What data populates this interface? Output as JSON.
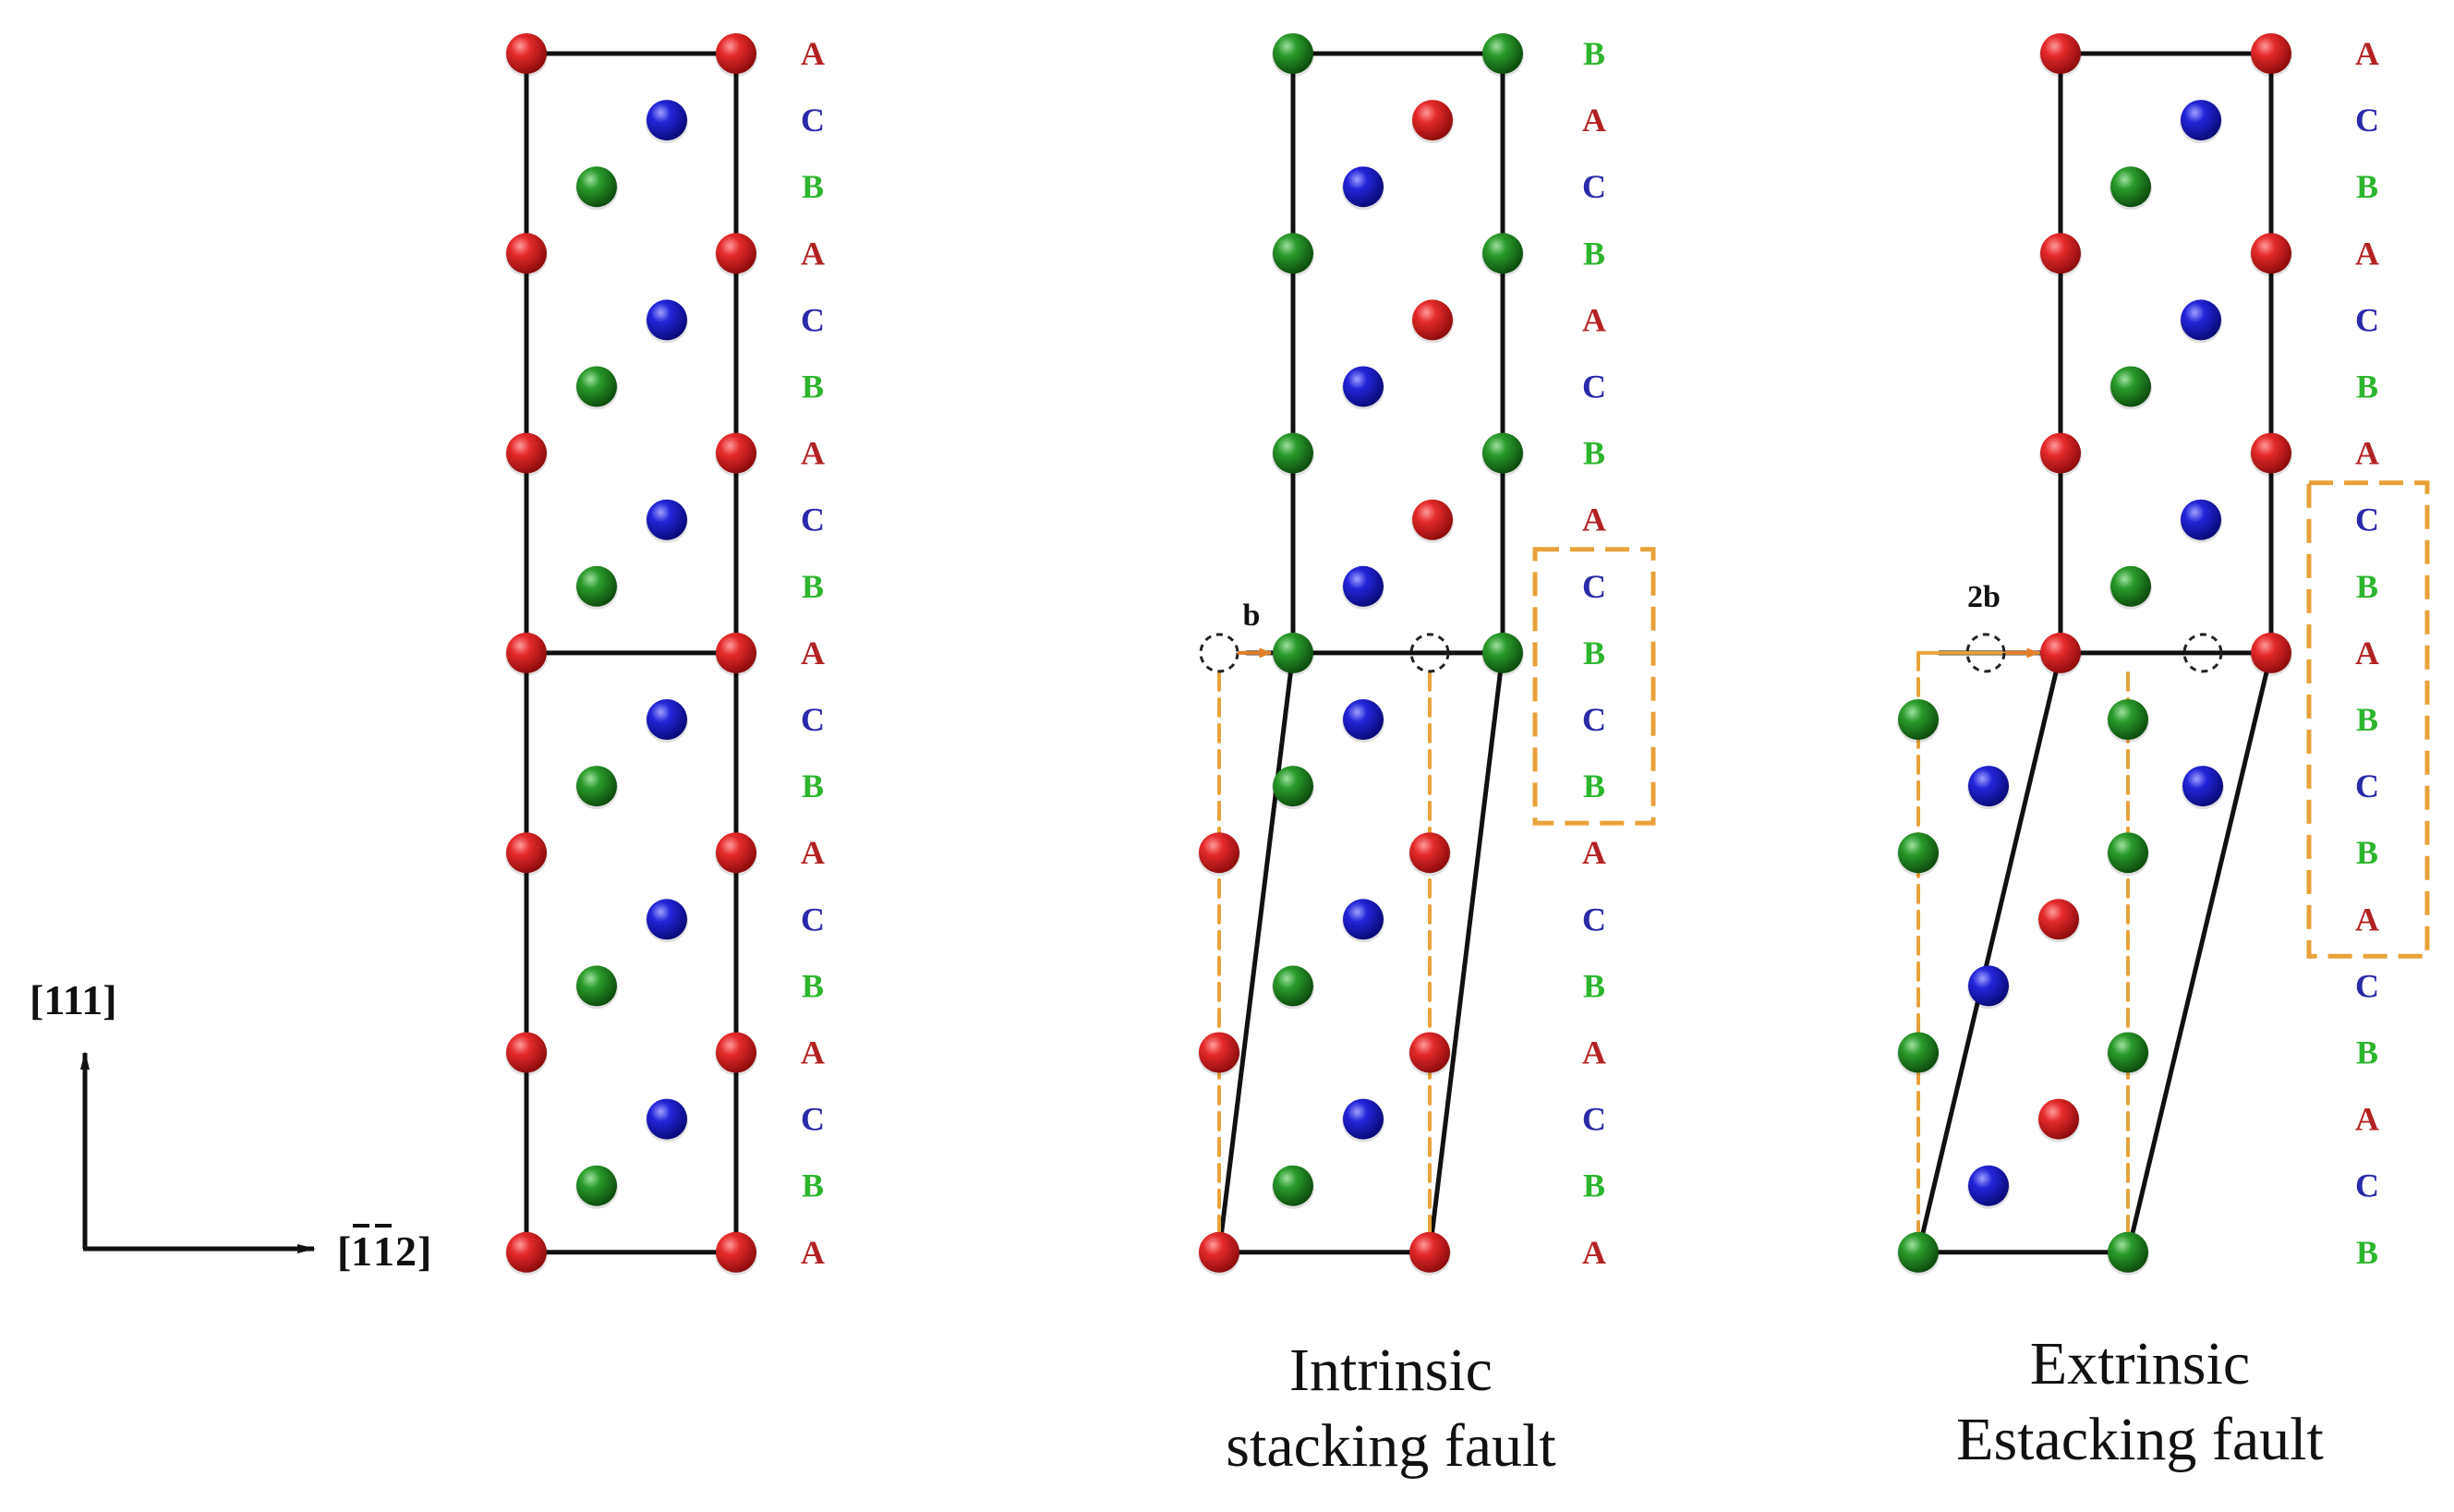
{
  "colors": {
    "A": "#d81e1e",
    "B": "#1f8a1f",
    "C": "#1b1bd0",
    "letter_A": "#b32222",
    "letter_B": "#2db52d",
    "letter_C": "#2a2aa8",
    "fault_box": "#e8a23a",
    "cell_line": "#111111"
  },
  "axes": {
    "vertical_label": "[111]",
    "horizontal_label_digits": [
      "1",
      "1",
      "2"
    ],
    "horizontal_label_overbar": [
      true,
      true,
      false
    ],
    "horizontal_label_text": "[̅1̅12]"
  },
  "panels": [
    {
      "id": "perfect",
      "caption": [],
      "sequence": [
        "A",
        "C",
        "B",
        "A",
        "C",
        "B",
        "A",
        "C",
        "B",
        "A",
        "C",
        "B",
        "A",
        "C",
        "B",
        "A",
        "C",
        "B",
        "A"
      ],
      "highlight_range": null,
      "shift_label": ""
    },
    {
      "id": "intrinsic",
      "caption": [
        "Intrinsic",
        "stacking fault"
      ],
      "sequence": [
        "B",
        "A",
        "C",
        "B",
        "A",
        "C",
        "B",
        "A",
        "C",
        "B",
        "C",
        "B",
        "A",
        "C",
        "B",
        "A",
        "C",
        "B",
        "A"
      ],
      "highlight_range": [
        8,
        11
      ],
      "shift_label": "b"
    },
    {
      "id": "extrinsic",
      "caption": [
        "Extrinsic",
        "Estacking fault"
      ],
      "sequence": [
        "A",
        "C",
        "B",
        "A",
        "C",
        "B",
        "A",
        "C",
        "B",
        "A",
        "B",
        "C",
        "B",
        "A",
        "C",
        "B",
        "A",
        "C",
        "B"
      ],
      "highlight_range": [
        7,
        13
      ],
      "shift_label": "2b"
    }
  ]
}
